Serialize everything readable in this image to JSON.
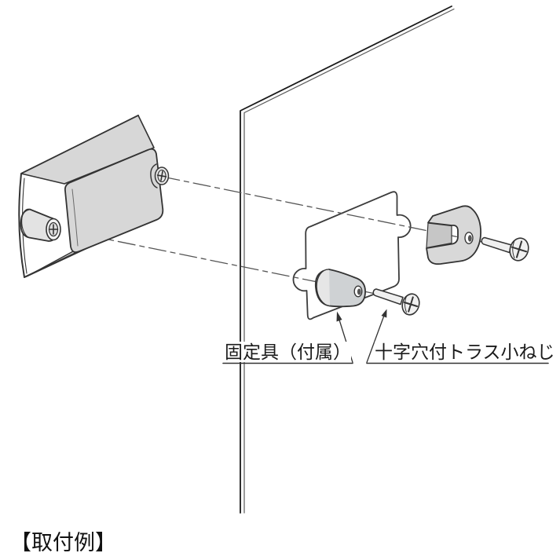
{
  "diagram": {
    "caption": "【取付例】",
    "labels": {
      "fixture": "固定具（付属）",
      "screw": "十字穴付トラス小ねじ"
    },
    "parts": {
      "wall": "panel-wall",
      "handle": "recessed-pull-body",
      "plate": "mounting-cutout-plate",
      "fixture_cylinder": "fixing-piece-cylinder",
      "fixture_clip": "fixing-piece-slotted",
      "screws": "truss-head-machine-screws"
    },
    "colors": {
      "line": "#333333",
      "body_fill": "#d7d7d7",
      "light_fill": "#e8e8e8",
      "slot_fill": "#c6c6c6",
      "background": "#ffffff"
    }
  }
}
